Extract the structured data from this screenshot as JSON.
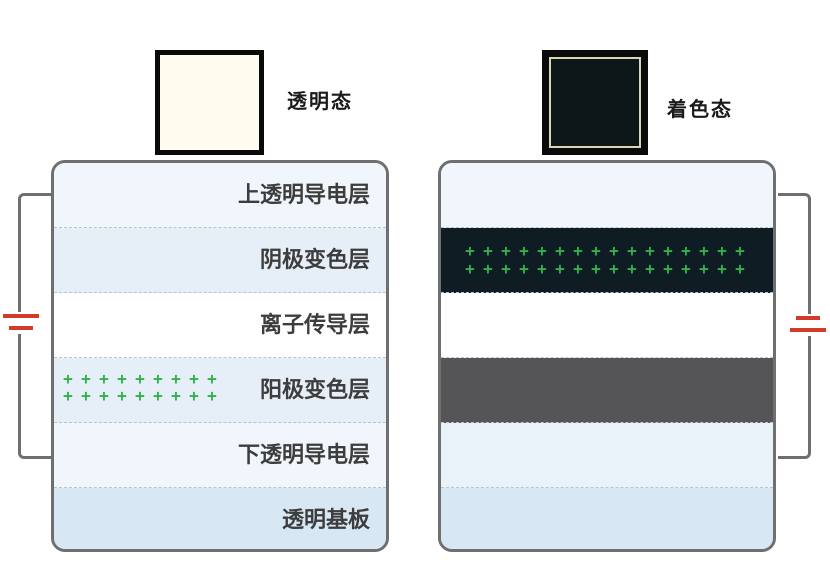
{
  "states": {
    "transparent": {
      "label": "透明态",
      "swatch_color": "#fdfcef"
    },
    "colored": {
      "label": "着色态",
      "swatch_color": "#0d1719"
    }
  },
  "left_stack": {
    "layers": [
      {
        "label": "上透明导电层",
        "bg": "#f0f6fb"
      },
      {
        "label": "阴极变色层",
        "bg": "#e6eff8"
      },
      {
        "label": "离子传导层",
        "bg": "#ffffff"
      },
      {
        "label": "阳极变色层",
        "bg": "#e6eff8",
        "charges": "+"
      },
      {
        "label": "下透明导电层",
        "bg": "#f0f6fb"
      },
      {
        "label": "透明基板",
        "bg": "#d7e7f4"
      }
    ]
  },
  "right_stack": {
    "layers": [
      {
        "bg": "#f0f6fb"
      },
      {
        "bg": "#0f1c24",
        "charges": "+"
      },
      {
        "bg": "#ffffff"
      },
      {
        "bg": "#555558"
      },
      {
        "bg": "#eaf2f9"
      },
      {
        "bg": "#d7e7f4"
      }
    ]
  },
  "colors": {
    "charge": "#2fb24a",
    "battery": "#d23a2a",
    "wire": "#6f6f6f"
  }
}
